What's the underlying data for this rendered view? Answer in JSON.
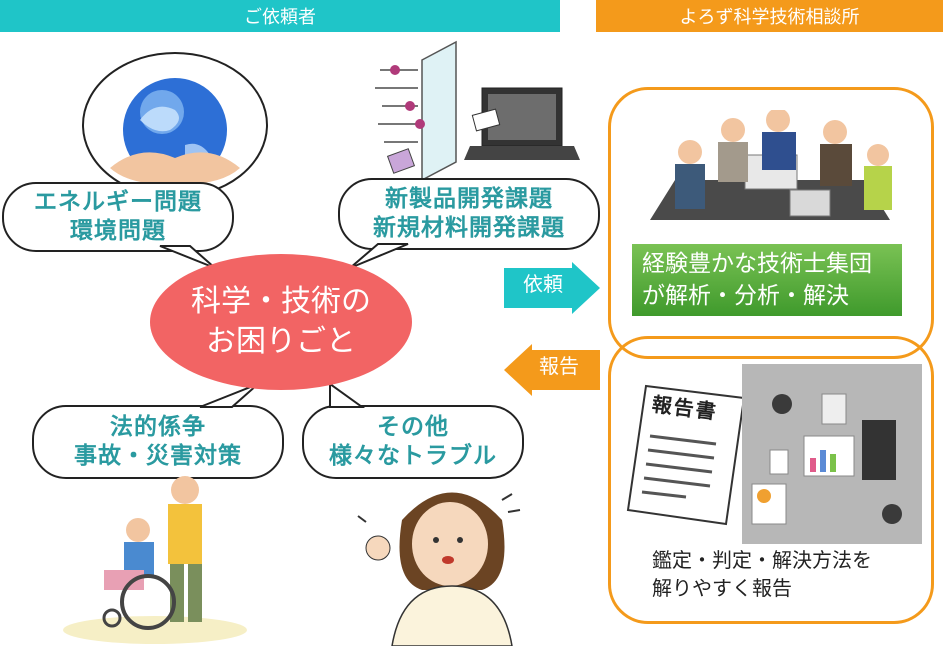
{
  "headers": {
    "client": "ご依頼者",
    "consultancy": "よろず科学技術相談所"
  },
  "bubbles": {
    "energy": [
      "エネルギー問題",
      "環境問題"
    ],
    "newproduct": [
      "新製品開発課題",
      "新規材料開発課題"
    ],
    "legal": [
      "法的係争",
      "事故・災害対策"
    ],
    "other": [
      "その他",
      "様々なトラブル"
    ]
  },
  "center": [
    "科学・技術の",
    "お困りごと"
  ],
  "arrows": {
    "request": "依頼",
    "report": "報告"
  },
  "team_label": [
    "経験豊かな技術士集団",
    "が解析・分析・解決"
  ],
  "report_doc_title": "報告書",
  "report_caption": [
    "鑑定・判定・解決方法を",
    "解りやすく報告"
  ],
  "colors": {
    "teal": "#1fc5c8",
    "orange": "#f49a1b",
    "center_red": "#f26464",
    "bubble_text": "#2a9aa0",
    "green": "#5aab3c"
  },
  "icons": [
    "globe-in-hands-icon",
    "laptop-shield-icon",
    "meeting-people-icon",
    "report-document-icon",
    "desk-meeting-icon",
    "wheelchair-people-icon",
    "worried-person-icon"
  ]
}
